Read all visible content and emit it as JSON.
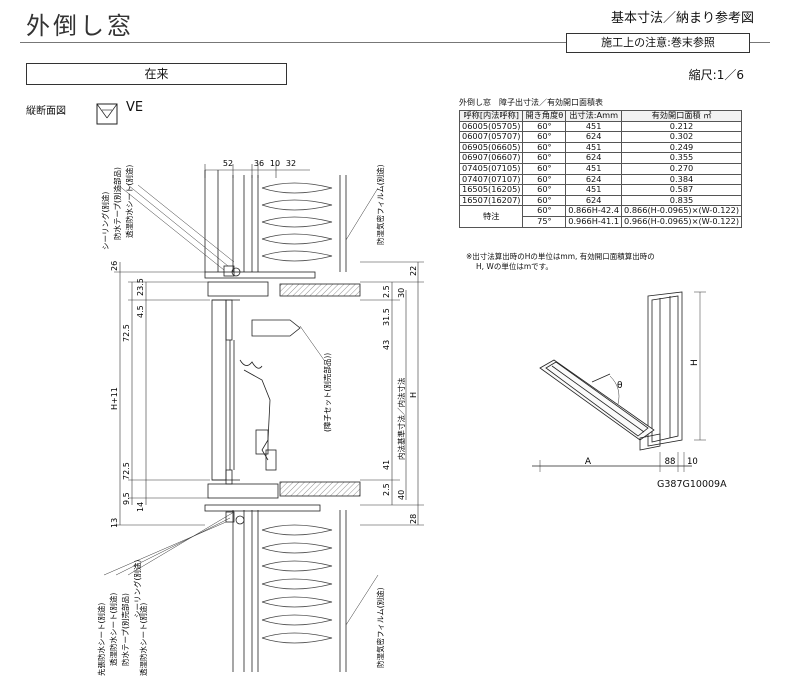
{
  "header": {
    "title": "外倒し窓",
    "subtitle": "基本寸法／納まり参考図",
    "note": "施工上の注意:巻末参照",
    "type_label": "在来",
    "scale": "縮尺:1／6"
  },
  "section": {
    "label": "縦断面図",
    "view": "VE",
    "dims_top": [
      "52",
      "36",
      "10",
      "32"
    ],
    "dims_left": [
      "26",
      "23.5",
      "4.5",
      "72.5",
      "H+11",
      "72.5",
      "9.5",
      "14",
      "13"
    ],
    "dims_right": [
      "22",
      "30",
      "2.5",
      "31.5",
      "43",
      "H",
      "41",
      "2.5",
      "40",
      "28"
    ],
    "callouts_top_left": [
      "シーリング(別途)",
      "防水テープ(別途部品)",
      "透湿防水シート(別途)"
    ],
    "callouts_top_right": "防湿気密フィルム(別途)",
    "callout_mid": "(障子セット(別売部品))",
    "callout_vertical": "内法基準寸法／内法寸法",
    "callouts_bottom_left": [
      "シーリング(別途)",
      "防水テープ(別売部品)",
      "透湿防水シート(別途)",
      "先張防水シート(別途)",
      "透湿防水シート(別途)"
    ],
    "callout_bottom_right": "防湿気密フィルム(別途)"
  },
  "spec_table": {
    "caption": "外倒し窓　障子出寸法／有効開口面積表",
    "headers": [
      "呼称[内法呼称]",
      "開き角度θ",
      "出寸法:Amm",
      "有効開口面積 ㎡"
    ],
    "rows": [
      [
        "06005(05705)",
        "60°",
        "451",
        "0.212"
      ],
      [
        "06007(05707)",
        "60°",
        "624",
        "0.302"
      ],
      [
        "06905(06605)",
        "60°",
        "451",
        "0.249"
      ],
      [
        "06907(06607)",
        "60°",
        "624",
        "0.355"
      ],
      [
        "07405(07105)",
        "60°",
        "451",
        "0.270"
      ],
      [
        "07407(07107)",
        "60°",
        "624",
        "0.384"
      ],
      [
        "16505(16205)",
        "60°",
        "451",
        "0.587"
      ],
      [
        "16507(16207)",
        "60°",
        "624",
        "0.835"
      ]
    ],
    "remarks_label": "特注",
    "remarks": [
      [
        "60°",
        "0.866H-42.4",
        "0.866(H-0.0965)×(W-0.122)"
      ],
      [
        "75°",
        "0.966H-41.1",
        "0.966(H-0.0965)×(W-0.122)"
      ]
    ],
    "footnote_1": "※出寸法算出時のHの単位はmm, 有効開口面積算出時の",
    "footnote_2": "H, Wの単位はmです。"
  },
  "iso": {
    "theta": "θ",
    "h": "H",
    "a": "A",
    "d88": "88",
    "d10": "10"
  },
  "drawing_code": "G387G10009A"
}
